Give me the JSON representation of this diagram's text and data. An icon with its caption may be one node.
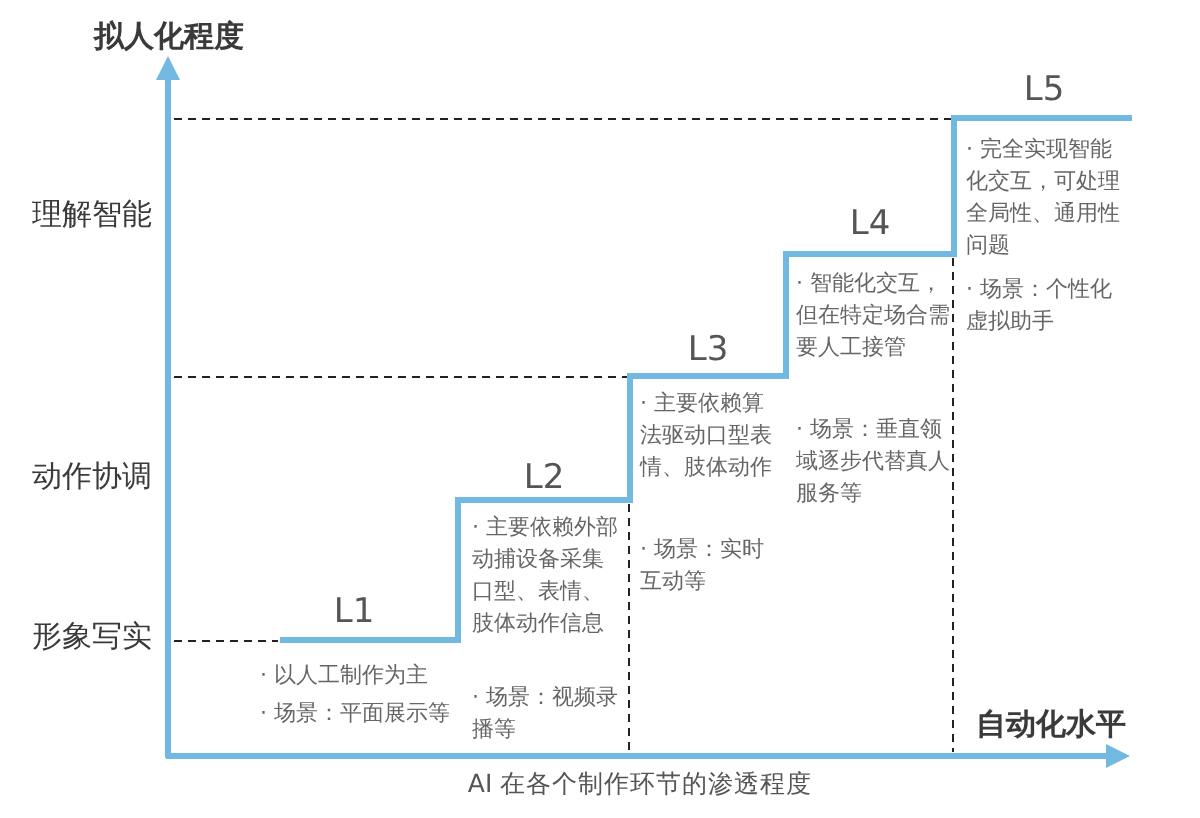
{
  "diagram": {
    "labels": [
      "拟人化程度",
      "L5",
      "· 完全实现智能化交互，可处理全局性、通用性问题",
      "· 场景：个性化虚拟助手",
      "理解智能",
      "L4",
      "· 智能化交互，但在特定场合需要人工接管",
      "· 场景：垂直领域逐步代替真人服务等",
      "L3",
      "· 主要依赖算法驱动口型表情、肢体动作",
      "· 场景：实时互动等",
      "动作协调",
      "L2",
      "· 主要依赖外部动捕设备采集口型、表情、肢体动作信息",
      "· 场景：视频录播等",
      "形象写实",
      "L1",
      "· 以人工制作为主",
      "· 场景：平面展示等",
      "自动化水平",
      "AI 在各个制作环节的渗透程度"
    ]
  }
}
